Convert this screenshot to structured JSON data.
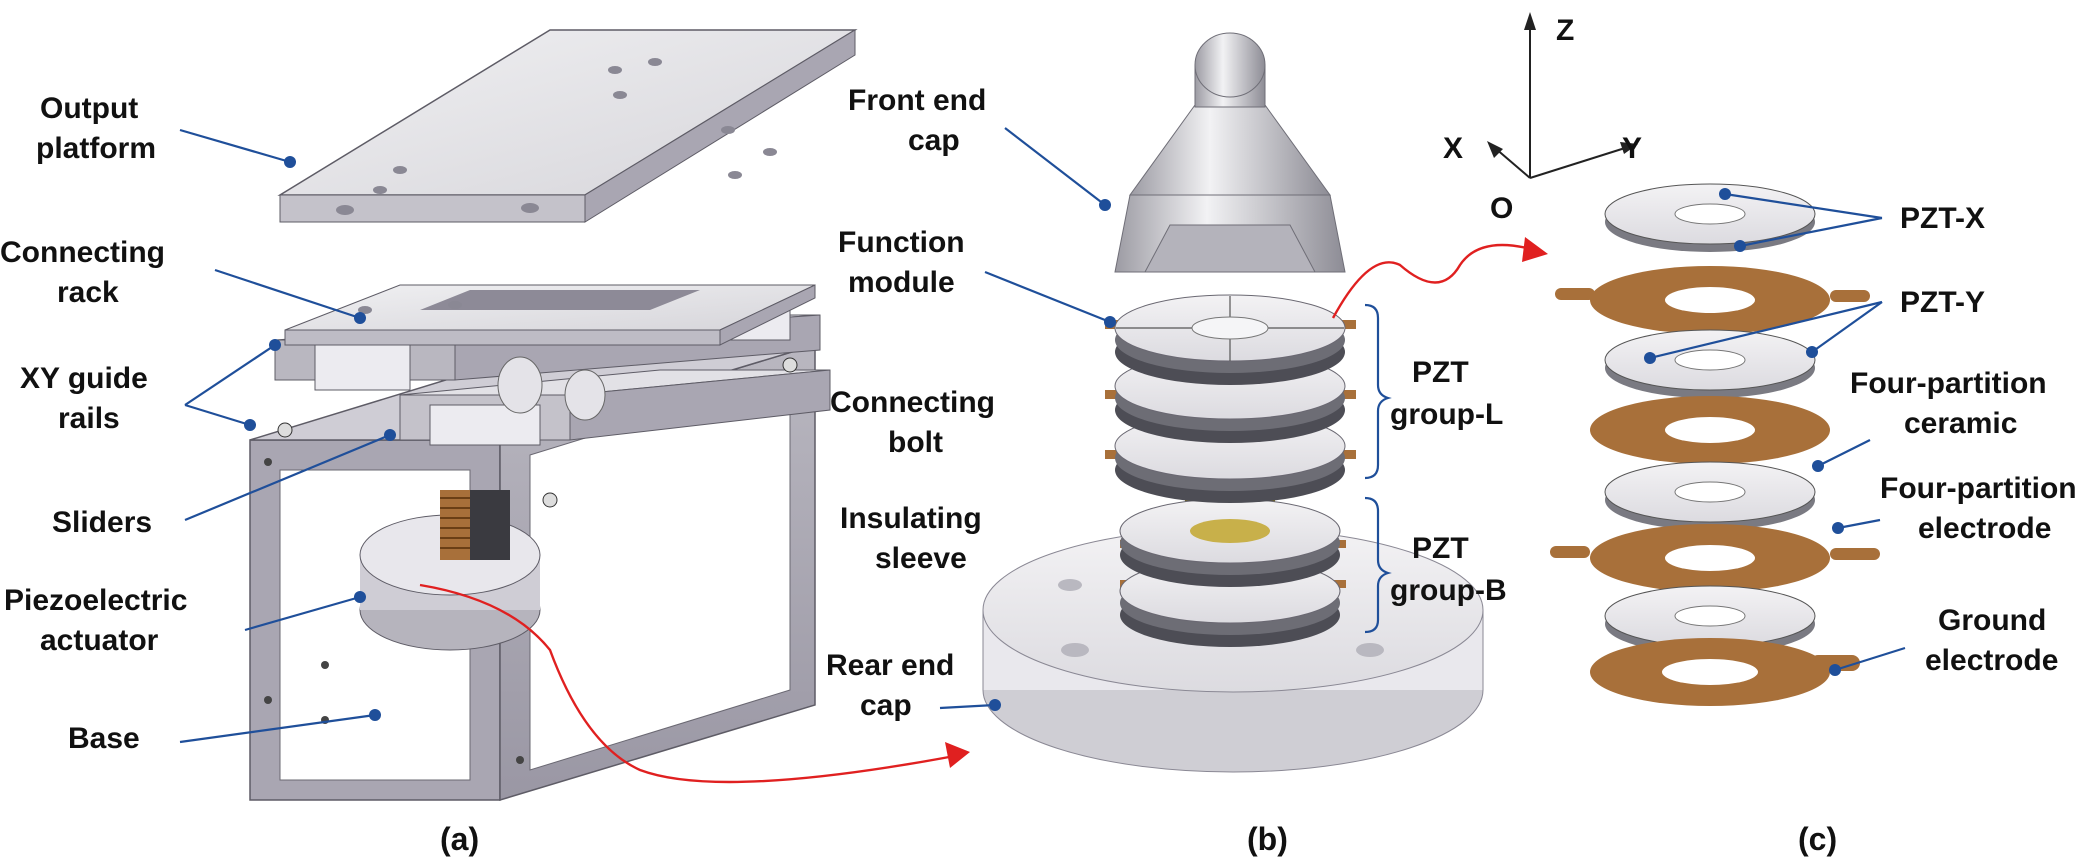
{
  "colors": {
    "leader": "#1f4f9a",
    "arrow": "#e02020",
    "metal_light": "#e6e6e8",
    "metal_mid": "#c7c6cc",
    "metal_dark": "#8f8c99",
    "copper": "#a8703a",
    "brass": "#b59a1c"
  },
  "panel_a": {
    "caption": "(a)",
    "labels": {
      "output_platform_1": "Output",
      "output_platform_2": "platform",
      "connecting_rack_1": "Connecting",
      "connecting_rack_2": "rack",
      "xy_guide_rails_1": "XY guide",
      "xy_guide_rails_2": "rails",
      "sliders": "Sliders",
      "piezo_actuator_1": "Piezoelectric",
      "piezo_actuator_2": "actuator",
      "base": "Base"
    }
  },
  "panel_b": {
    "caption": "(b)",
    "labels": {
      "front_end_cap_1": "Front end",
      "front_end_cap_2": "cap",
      "function_module_1": "Function",
      "function_module_2": "module",
      "connecting_bolt_1": "Connecting",
      "connecting_bolt_2": "bolt",
      "insulating_sleeve_1": "Insulating",
      "insulating_sleeve_2": "sleeve",
      "rear_end_cap_1": "Rear end",
      "rear_end_cap_2": "cap",
      "pzt_group_l_1": "PZT",
      "pzt_group_l_2": "group-L",
      "pzt_group_b_1": "PZT",
      "pzt_group_b_2": "group-B"
    }
  },
  "panel_c": {
    "caption": "(c)",
    "axes": {
      "z": "Z",
      "x": "X",
      "y": "Y",
      "origin": "O"
    },
    "labels": {
      "pzt_x": "PZT-X",
      "pzt_y": "PZT-Y",
      "four_partition_ceramic_1": "Four-partition",
      "four_partition_ceramic_2": "ceramic",
      "four_partition_electrode_1": "Four-partition",
      "four_partition_electrode_2": "electrode",
      "ground_electrode_1": "Ground",
      "ground_electrode_2": "electrode"
    }
  }
}
